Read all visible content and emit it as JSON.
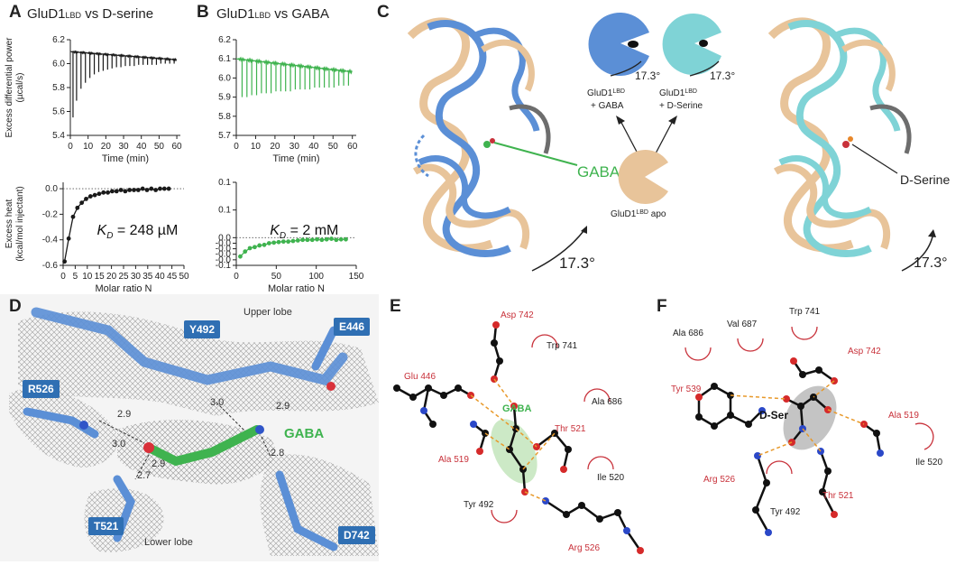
{
  "panels": {
    "a": {
      "label": "A",
      "title_main": "GluD1",
      "title_sub": "LBD",
      "title_rest": " vs D-serine"
    },
    "b": {
      "label": "B",
      "title_main": "GluD1",
      "title_sub": "LBD",
      "title_rest": " vs GABA"
    },
    "c": {
      "label": "C",
      "gaba_label": "GABA",
      "dserine_label": "D-Serine",
      "angle1": "17.3°",
      "angle2": "17.3°",
      "angle_left_cartoon": "17.3°",
      "angle_right_cartoon": "17.3°",
      "state_gaba_l1": "GluD1",
      "state_gaba_sub": "LBD",
      "state_gaba_l2": "+ GABA",
      "state_dser_l1": "GluD1",
      "state_dser_sub": "LBD",
      "state_dser_l2": "+ D-Serine",
      "state_apo_main": "GluD1",
      "state_apo_sub": "LBD",
      "state_apo_rest": " apo"
    },
    "d": {
      "label": "D",
      "upper": "Upper lobe",
      "lower": "Lower lobe",
      "ligand": "GABA",
      "residues": [
        "Y492",
        "E446",
        "R526",
        "T521",
        "D742"
      ],
      "distances": [
        "3.0",
        "2.9",
        "2.9",
        "3.0",
        "2.9",
        "2.7",
        "2.8"
      ]
    },
    "e": {
      "label": "E",
      "ligand": "GABA",
      "residues": [
        "Asp 742",
        "Trp 741",
        "Glu 446",
        "Ala 686",
        "Thr 521",
        "Ala 519",
        "Ile 520",
        "Tyr 492",
        "Arg 526"
      ]
    },
    "f": {
      "label": "F",
      "ligand": "D-Ser",
      "residues": [
        "Trp 741",
        "Ala 686",
        "Val 687",
        "Asp 742",
        "Tyr 539",
        "Ala 519",
        "Ile 520",
        "Arg 526",
        "Thr 521",
        "Tyr 492"
      ]
    }
  },
  "colors": {
    "black_trace": "#1a1a1a",
    "green": "#3fb34f",
    "blue": "#5b8fd6",
    "tan": "#e8c49a",
    "cyan": "#7fd3d6",
    "red": "#c8313a"
  },
  "chart_data": [
    {
      "id": "a-top",
      "type": "line",
      "xlabel": "Time (min)",
      "ylabel_l1": "Excess differential power",
      "ylabel_l2": "(µcal/s)",
      "xlim": [
        0,
        62
      ],
      "ylim": [
        5.4,
        6.2
      ],
      "xticks": [
        0,
        10,
        20,
        30,
        40,
        50,
        60
      ],
      "yticks": [
        5.4,
        5.6,
        5.8,
        6.0,
        6.2
      ],
      "baseline_start": 6.1,
      "baseline_end": 6.03,
      "spike_times": [
        1.5,
        3.5,
        6,
        8.5,
        11,
        13.5,
        16,
        18.5,
        21,
        23.5,
        26,
        28.5,
        31,
        33.5,
        36,
        38.5,
        41,
        43.5,
        46,
        48.5,
        51,
        53.5,
        56,
        58.5
      ],
      "spike_minima": [
        5.55,
        5.69,
        5.79,
        5.84,
        5.88,
        5.91,
        5.93,
        5.94,
        5.95,
        5.96,
        5.97,
        5.97,
        5.98,
        5.98,
        5.98,
        5.99,
        5.99,
        5.99,
        5.99,
        5.99,
        6.0,
        6.0,
        6.0,
        6.0
      ]
    },
    {
      "id": "a-bottom",
      "type": "scatter",
      "xlabel": "Molar ratio N",
      "ylabel_l1": "Excess heat",
      "ylabel_l2": "(kcal/mol injectant)",
      "xlim": [
        0,
        50
      ],
      "ylim": [
        -0.6,
        0.05
      ],
      "xticks": [
        0,
        5,
        10,
        15,
        20,
        25,
        30,
        35,
        40,
        45,
        50
      ],
      "yticks": [
        0.0,
        -0.2,
        -0.4,
        -0.6
      ],
      "x": [
        0.6,
        2.3,
        4.1,
        5.9,
        7.7,
        9.5,
        11.3,
        13.1,
        14.9,
        16.7,
        18.5,
        20.3,
        22.1,
        23.9,
        25.7,
        27.5,
        29.3,
        31.1,
        32.9,
        34.7,
        36.5,
        38.3,
        40.1,
        41.9,
        43.7
      ],
      "y": [
        -0.57,
        -0.39,
        -0.22,
        -0.15,
        -0.11,
        -0.08,
        -0.06,
        -0.05,
        -0.04,
        -0.03,
        -0.03,
        -0.02,
        -0.02,
        -0.01,
        -0.02,
        -0.01,
        -0.01,
        -0.01,
        0.0,
        -0.01,
        0.0,
        -0.01,
        0.0,
        0.0,
        0.0
      ],
      "annotation": "K",
      "annotation_sub": "D",
      "annotation_value": " = 248 µM"
    },
    {
      "id": "b-top",
      "type": "line",
      "xlabel": "Time (min)",
      "xlim": [
        0,
        62
      ],
      "ylim": [
        5.7,
        6.2
      ],
      "xticks": [
        0,
        10,
        20,
        30,
        40,
        50,
        60
      ],
      "yticks": [
        5.7,
        5.8,
        5.9,
        6.0,
        6.1,
        6.2
      ],
      "baseline_start": 6.1,
      "baseline_end": 6.03,
      "spike_times": [
        3,
        5.5,
        8,
        10.5,
        13,
        15.5,
        18,
        20.5,
        23,
        25.5,
        28,
        30.5,
        33,
        35.5,
        38,
        40.5,
        43,
        45.5,
        48,
        50.5,
        53,
        55.5,
        58
      ],
      "spike_minima": [
        5.9,
        5.9,
        5.91,
        5.91,
        5.92,
        5.92,
        5.92,
        5.93,
        5.93,
        5.93,
        5.93,
        5.94,
        5.94,
        5.94,
        5.94,
        5.95,
        5.95,
        5.95,
        5.95,
        5.95,
        5.96,
        5.96,
        5.96
      ]
    },
    {
      "id": "b-bottom",
      "type": "scatter",
      "xlabel": "Molar ratio N",
      "xlim": [
        0,
        150
      ],
      "ylim": [
        -0.05,
        0.1
      ],
      "xticks": [
        0,
        50,
        100,
        150
      ],
      "yticks": [
        0.1,
        0.05,
        0.0,
        -0.01,
        -0.02,
        -0.03,
        -0.04,
        -0.05
      ],
      "x": [
        5,
        11,
        17,
        23,
        29,
        35,
        41,
        47,
        53,
        59,
        65,
        71,
        77,
        83,
        89,
        95,
        101,
        107,
        113,
        119,
        125,
        131,
        137
      ],
      "y": [
        -0.034,
        -0.025,
        -0.019,
        -0.017,
        -0.014,
        -0.013,
        -0.01,
        -0.009,
        -0.008,
        -0.007,
        -0.007,
        -0.006,
        -0.005,
        -0.004,
        -0.004,
        -0.004,
        -0.003,
        -0.004,
        -0.003,
        -0.002,
        -0.004,
        -0.003,
        -0.003
      ],
      "annotation": "K",
      "annotation_sub": "D",
      "annotation_value": " = 2 mM"
    }
  ]
}
